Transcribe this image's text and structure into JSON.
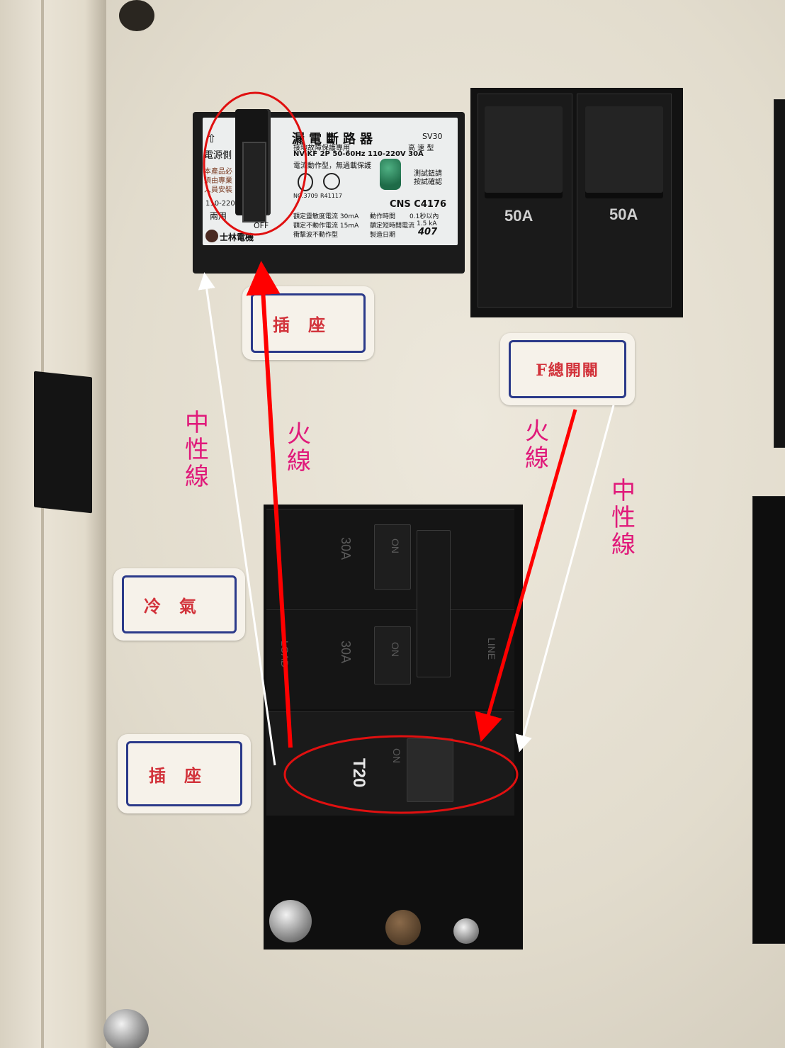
{
  "elcb": {
    "title": "漏電斷路器",
    "model": "SV30",
    "purpose": "接地故障保護專用",
    "speed": "高 速 型",
    "spec_line": "NV-KF  2P   50-60Hz  110-220V  30A",
    "type_line": "電流動作型，無過載保護",
    "source_side": "電源側",
    "notice": "本產品必須由專業人員安裝",
    "voltage": "110-220V",
    "dual_use": "兩用",
    "test_button": "測試鈕請按試確認",
    "cert1": "NO.3709",
    "cert2": "R41117",
    "cns": "CNS C4176",
    "row1a": "額定靈敏度電流 30mA",
    "row1b": "動作時間",
    "row1c": "0.1秒以內",
    "row2a": "額定不動作電流 15mA",
    "row2b": "額定短時間電流",
    "row2c": "1.5 kA",
    "row3a": "衝擊波不動作型",
    "row3b": "製造日期",
    "row3c": "407",
    "off": "OFF",
    "brand": "士林電機"
  },
  "main_breaker": {
    "left_rating": "50A",
    "right_rating": "50A"
  },
  "lower_breakers": {
    "row1_rating": "30A",
    "row1_on": "ON",
    "row2_rating": "30A",
    "row2_on": "ON",
    "load": "LOAD",
    "line": "LINE",
    "row3_rating": "T20",
    "row3_on": "ON"
  },
  "stickers": {
    "outlet_top": "插座",
    "main_switch": "F總開關",
    "aircon": "冷氣",
    "outlet_bottom": "插座"
  },
  "annotations": {
    "neutral_left": "中性線",
    "live_left": "火線",
    "live_right": "火線",
    "neutral_right": "中性線"
  },
  "colors": {
    "annotation_text": "#e0197a",
    "arrow_red": "#ff0000",
    "arrow_white": "#ffffff",
    "sticker_text": "#d2333b",
    "sticker_border": "#2b3a8a"
  }
}
